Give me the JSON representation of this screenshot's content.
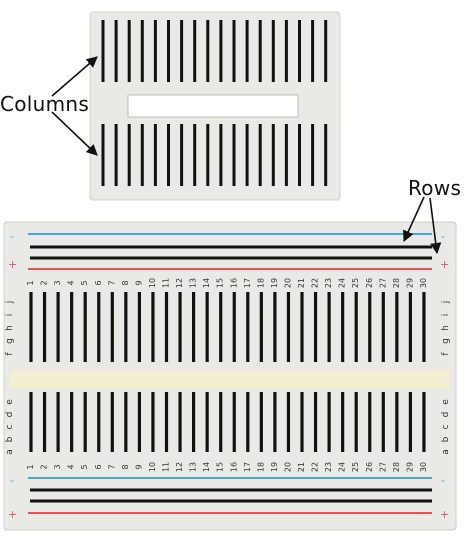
{
  "labels": {
    "columns": "Columns",
    "rows": "Rows"
  },
  "mini_board": {
    "strip_columns": 18
  },
  "half_board": {
    "column_count": 30,
    "column_numbers": [
      "1",
      "2",
      "3",
      "4",
      "5",
      "6",
      "7",
      "8",
      "9",
      "10",
      "11",
      "12",
      "13",
      "14",
      "15",
      "16",
      "17",
      "18",
      "19",
      "20",
      "21",
      "22",
      "23",
      "24",
      "25",
      "26",
      "27",
      "28",
      "29",
      "30"
    ],
    "top_row_letters": [
      "f",
      "g",
      "h",
      "i",
      "j"
    ],
    "bottom_row_letters": [
      "a",
      "b",
      "c",
      "d",
      "e"
    ],
    "rail_signs": {
      "minus": "-",
      "plus": "+"
    }
  },
  "colors": {
    "board": "#e9e9e6",
    "strip": "#111111",
    "blue_rail": "#4aa6d6",
    "red_rail": "#e0545c",
    "channel": "#f4efd2"
  }
}
